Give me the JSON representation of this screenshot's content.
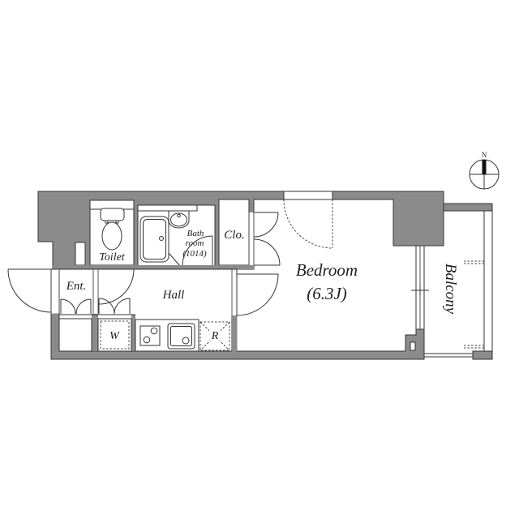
{
  "plan": {
    "rooms": {
      "toilet": "Toilet",
      "bathroom": {
        "line1": "Bath",
        "line2": "room",
        "line3": "(1014)"
      },
      "closet": "Clo.",
      "entrance": "Ent.",
      "hall": "Hall",
      "washer": "W",
      "refrigerator": "R",
      "bedroom": {
        "name": "Bedroom",
        "size": "(6.3J)"
      },
      "balcony": "Balcony"
    },
    "compass": {
      "label": "N"
    },
    "colors": {
      "wall": "#8b8b8b",
      "line": "#333333",
      "background": "#ffffff"
    }
  }
}
